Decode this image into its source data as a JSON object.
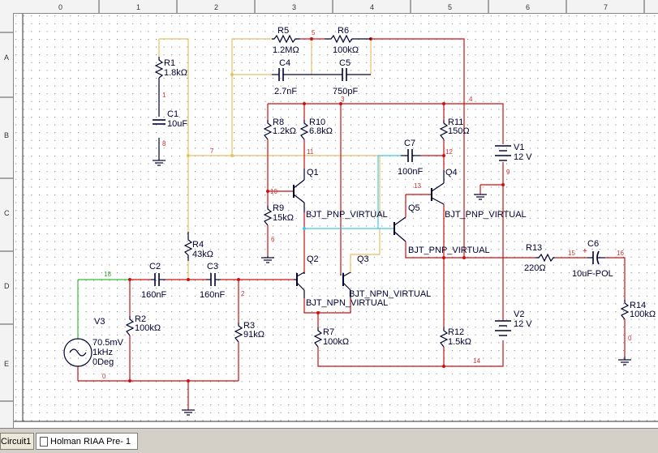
{
  "rulers": {
    "columns": [
      "0",
      "1",
      "2",
      "3",
      "4",
      "5",
      "6",
      "7"
    ],
    "rows": [
      "A",
      "B",
      "C",
      "D",
      "E"
    ]
  },
  "components": {
    "R1": {
      "name": "R1",
      "value": "1.8kΩ"
    },
    "C1": {
      "name": "C1",
      "value": "10uF"
    },
    "R5": {
      "name": "R5",
      "value": "1.2MΩ"
    },
    "R6": {
      "name": "R6",
      "value": "100kΩ"
    },
    "C4": {
      "name": "C4",
      "value": "2.7nF"
    },
    "C5": {
      "name": "C5",
      "value": "750pF"
    },
    "R8": {
      "name": "R8",
      "value": "1.2kΩ"
    },
    "R10": {
      "name": "R10",
      "value": "6.8kΩ"
    },
    "R11": {
      "name": "R11",
      "value": "150Ω"
    },
    "C7": {
      "name": "C7",
      "value": "100nF"
    },
    "V1": {
      "name": "V1",
      "value": "12 V"
    },
    "Q1": {
      "name": "Q1",
      "model": "BJT_PNP_VIRTUAL"
    },
    "Q4": {
      "name": "Q4",
      "model": "BJT_PNP_VIRTUAL"
    },
    "Q5": {
      "name": "Q5",
      "model": "BJT_PNP_VIRTUAL"
    },
    "Q2": {
      "name": "Q2",
      "model": "BJT_NPN_VIRTUAL"
    },
    "Q3": {
      "name": "Q3",
      "model": "BJT_NPN_VIRTUAL"
    },
    "R9": {
      "name": "R9",
      "value": "15kΩ"
    },
    "R4": {
      "name": "R4",
      "value": "43kΩ"
    },
    "C2": {
      "name": "C2",
      "value": "160nF"
    },
    "C3": {
      "name": "C3",
      "value": "160nF"
    },
    "R13": {
      "name": "R13",
      "value": "220Ω"
    },
    "C6": {
      "name": "C6",
      "value": "10uF-POL"
    },
    "R14": {
      "name": "R14",
      "value": "100kΩ"
    },
    "V3": {
      "name": "V3",
      "amp": "70.5mV",
      "freq": "1kHz",
      "phase": "0Deg"
    },
    "R2": {
      "name": "R2",
      "value": "100kΩ"
    },
    "R3": {
      "name": "R3",
      "value": "91kΩ"
    },
    "R7": {
      "name": "R7",
      "value": "100kΩ"
    },
    "R12": {
      "name": "R12",
      "value": "1.5kΩ"
    },
    "V2": {
      "name": "V2",
      "value": "12 V"
    }
  },
  "nodes": {
    "n1": "1",
    "n2": "2",
    "n3": "3",
    "n4": "4",
    "n5": "5",
    "n6": "6",
    "n7": "7",
    "n8": "8",
    "n9": "9",
    "n10": "10",
    "n11": "11",
    "n12": "12",
    "n13": "13",
    "n14": "14",
    "n15": "15",
    "n16": "16",
    "n18": "18"
  },
  "tabs": [
    {
      "label": "Circuit1",
      "active": false
    },
    {
      "label": "Holman RIAA Pre- 1",
      "active": true
    }
  ],
  "colors": {
    "wire_red": "#cc1010",
    "wire_yellow": "#e8c060",
    "wire_cyan": "#40c8e8",
    "wire_green": "#30c030",
    "component": "#000033",
    "grid_dot": "#606060"
  }
}
